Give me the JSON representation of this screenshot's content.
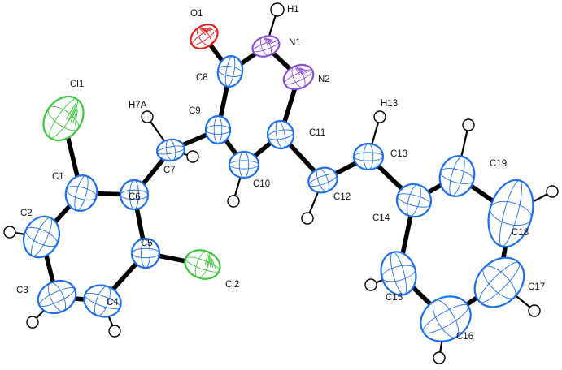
{
  "colors": {
    "C": "#1f6fe8",
    "N": "#8a4fd0",
    "O": "#e02020",
    "Cl": "#3fc43f",
    "H": "#000000",
    "bond": "#000000",
    "background": "#ffffff"
  },
  "labels": {
    "O1": "O1",
    "H1": "H1",
    "N1": "N1",
    "N2": "N2",
    "C8": "C8",
    "C9": "C9",
    "H7A": "H7A",
    "Cl1": "Cl1",
    "C7": "C7",
    "C1": "C1",
    "C6": "C6",
    "C2": "C2",
    "C5": "C5",
    "Cl2": "Cl2",
    "C3": "C3",
    "C4": "C4",
    "C10": "C10",
    "C11": "C11",
    "C12": "C12",
    "H13": "H13",
    "C13": "C13",
    "C14": "C14",
    "C19": "C19",
    "C18": "C18",
    "C15": "C15",
    "C17": "C17",
    "C16": "C16"
  }
}
